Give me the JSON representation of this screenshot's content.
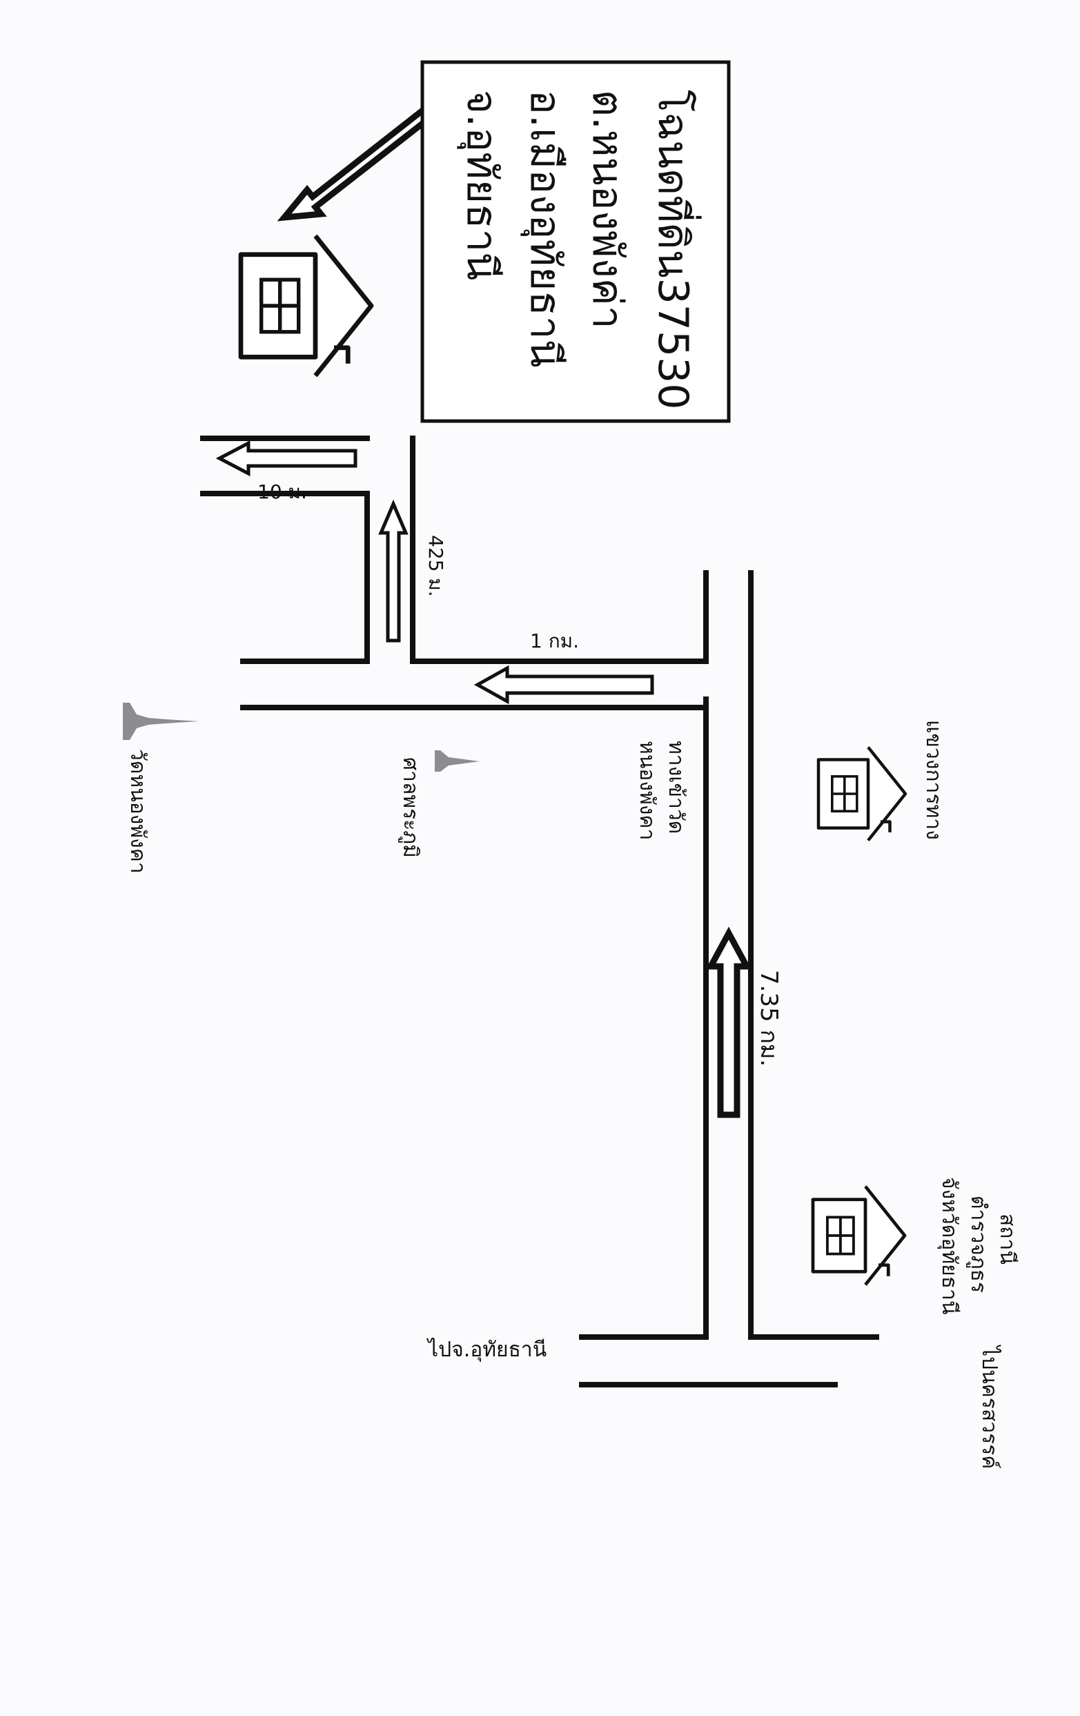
{
  "title_box": {
    "line1": "โฉนดที่ดิน37530",
    "line2": "ต.หนองพังค่า",
    "line3": "อ.เมืองอุทัยธานี",
    "line4": "จ.อุทัยธานี"
  },
  "distances": {
    "d_10m": "10 ม.",
    "d_425m": "425 ม.",
    "d_1km": "1 กม.",
    "d_735km": "7.35  กม."
  },
  "landmarks": {
    "wat": "วัดหนองพังคา",
    "shrine": "ศาลพระภูมิ",
    "entrance_line1": "ทางเข้าวัด",
    "entrance_line2": "หนองพังคา",
    "highway": "แขวงการทาง",
    "police_line1": "สถานี",
    "police_line2": "ตำรวจภูธร",
    "police_line3": "จังหวัดอุทัยธานี",
    "to_nakhon": "ไปนครสวรรค์",
    "to_uthai": "ไปจ.อุทัยธานี"
  },
  "colors": {
    "ink": "#111111",
    "shrine_gray": "#8c8c92",
    "paper": "#fbfbfd"
  }
}
